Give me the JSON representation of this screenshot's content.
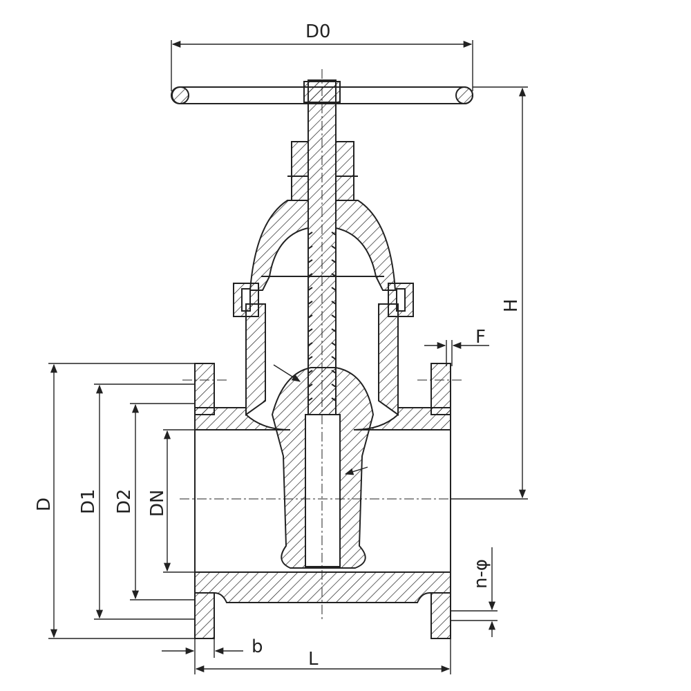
{
  "labels": {
    "d0": "D0",
    "h": "H",
    "f": "F",
    "d": "D",
    "d1": "D1",
    "d2": "D2",
    "dn": "DN",
    "n_phi": "n-φ",
    "b": "b",
    "l": "L"
  },
  "colors": {
    "line": "#222222",
    "background": "#ffffff"
  }
}
